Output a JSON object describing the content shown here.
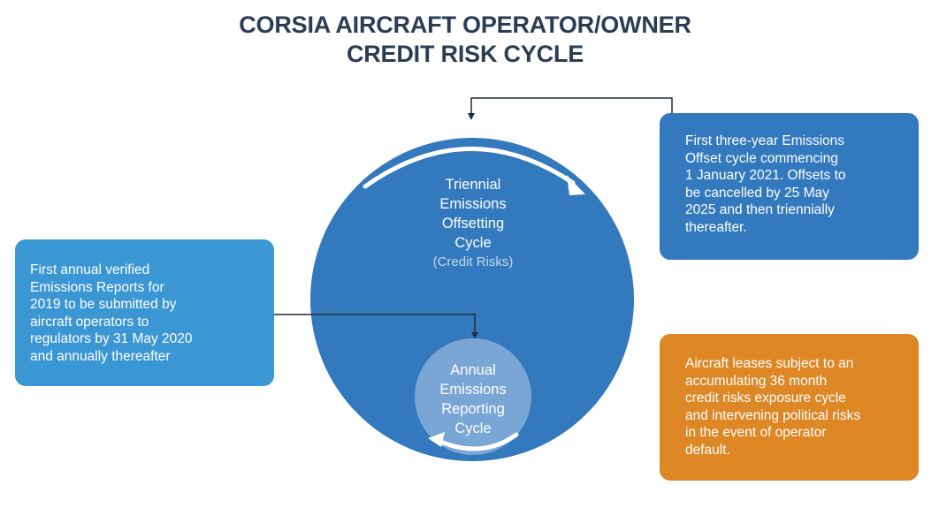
{
  "title": {
    "line1": "CORSIA AIRCRAFT OPERATOR/OWNER",
    "line2": "CREDIT RISK CYCLE"
  },
  "big_circle": {
    "label_lines": [
      "Triennial",
      "Emissions",
      "Offsetting",
      "Cycle"
    ],
    "sublabel": "(Credit Risks)"
  },
  "small_circle": {
    "label_lines": [
      "Annual",
      "Emissions",
      "Reporting",
      "Cycle"
    ]
  },
  "boxes": {
    "left": {
      "lines": [
        "First annual verified",
        "Emissions Reports for",
        "2019 to be submitted by",
        "aircraft operators to",
        "regulators by 31 May 2020",
        "and annually thereafter"
      ]
    },
    "right_top": {
      "lines": [
        "First three-year Emissions",
        "Offset cycle commencing",
        "1 January 2021. Offsets to",
        "be cancelled by 25 May",
        "2025 and then triennially",
        "thereafter."
      ]
    },
    "right_bottom": {
      "lines": [
        "Aircraft leases subject to an",
        "accumulating 36 month",
        "credit risks exposure cycle",
        "and intervening political risks",
        "in the event of operator",
        "default."
      ]
    }
  },
  "colors": {
    "title": "#2b3d55",
    "big_circle": "#3279bd",
    "small_circle": "#7aa6d6",
    "box_left": "#3b97d4",
    "box_right_top": "#3279bd",
    "box_right_bottom": "#dd8725",
    "connector": "#1f2d3d"
  }
}
